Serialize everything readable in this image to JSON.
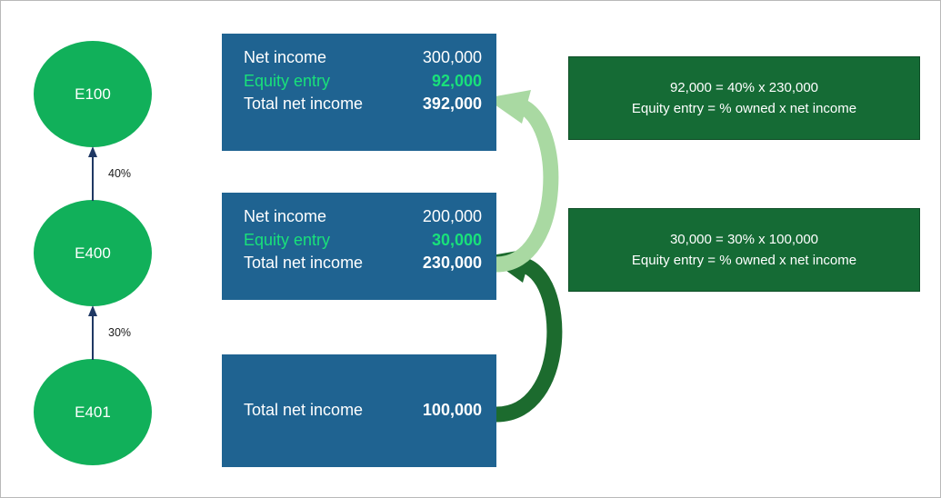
{
  "entities": [
    {
      "id": "e100",
      "label": "E100"
    },
    {
      "id": "e400",
      "label": "E400"
    },
    {
      "id": "e401",
      "label": "E401"
    }
  ],
  "ownership": [
    {
      "id": "e400-to-e100",
      "label": "40%"
    },
    {
      "id": "e401-to-e400",
      "label": "30%"
    }
  ],
  "boxes": {
    "e100": {
      "net_income_label": "Net income",
      "net_income_value": "300,000",
      "equity_entry_label": "Equity entry",
      "equity_entry_value": "92,000",
      "total_label": "Total net income",
      "total_value": "392,000"
    },
    "e400": {
      "net_income_label": "Net income",
      "net_income_value": "200,000",
      "equity_entry_label": "Equity entry",
      "equity_entry_value": "30,000",
      "total_label": "Total net income",
      "total_value": "230,000"
    },
    "e401": {
      "total_label": "Total net income",
      "total_value": "100,000"
    }
  },
  "notes": {
    "e100": {
      "line1": "92,000 = 40% x 230,000",
      "line2": "Equity entry = % owned x net income"
    },
    "e400": {
      "line1": "30,000 = 30% x 100,000",
      "line2": "Equity entry = % owned x net income"
    }
  },
  "colors": {
    "entity_circle": "#11b05a",
    "income_box": "#1f6391",
    "note_box": "#156b35",
    "equity_text": "#19e17a",
    "arrow_light": "#a9d9a2",
    "arrow_dark": "#1c6b2e"
  }
}
